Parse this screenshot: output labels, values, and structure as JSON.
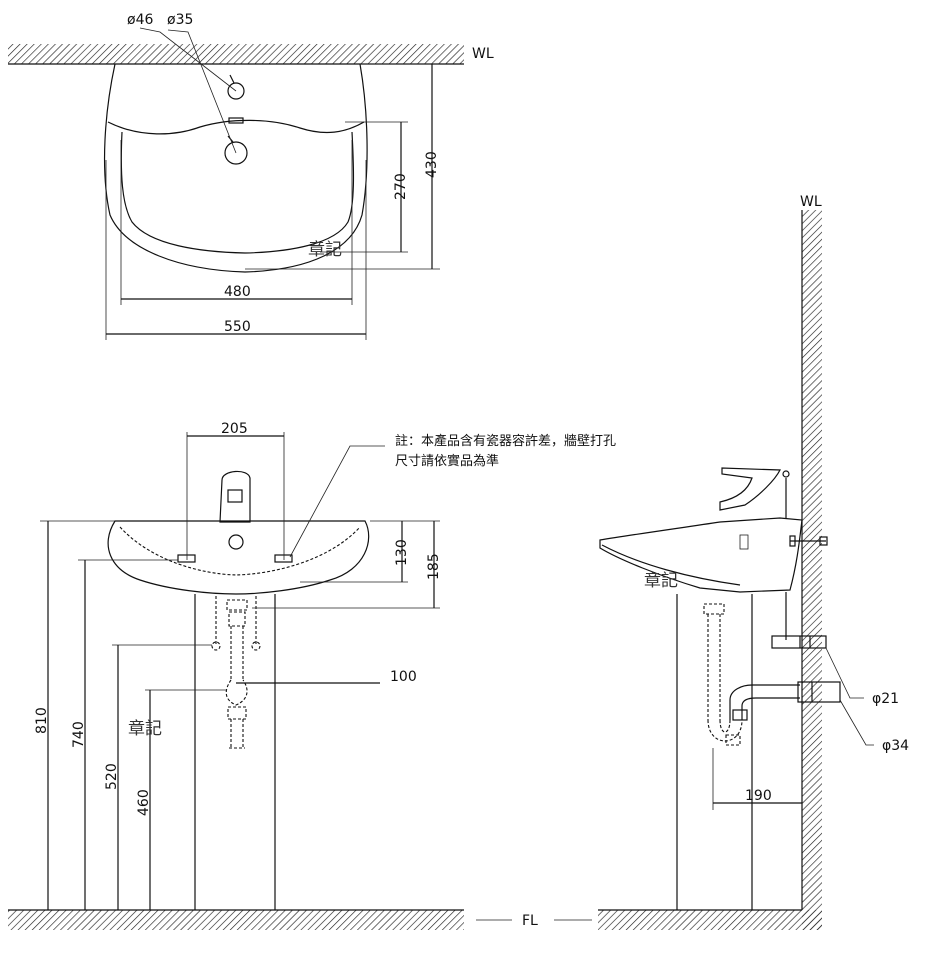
{
  "labels": {
    "wl_top": "WL",
    "wl_side": "WL",
    "fl": "FL",
    "d46": "ø46",
    "d35": "ø35",
    "d21": "φ21",
    "d34": "φ34"
  },
  "dimensions": {
    "top_depth_outer": "430",
    "top_depth_inner": "270",
    "top_width_inner": "480",
    "top_width_outer": "550",
    "front_width": "205",
    "front_h130": "130",
    "front_h185": "185",
    "front_w100": "100",
    "h810": "810",
    "h740": "740",
    "h520": "520",
    "h460": "460",
    "side_190": "190"
  },
  "note": {
    "line1": "註：本產品含有瓷器容許差，牆壁打孔",
    "line2": "尺寸請依實品為準"
  },
  "watermarks": [
    "章記",
    "章記",
    "章記"
  ]
}
